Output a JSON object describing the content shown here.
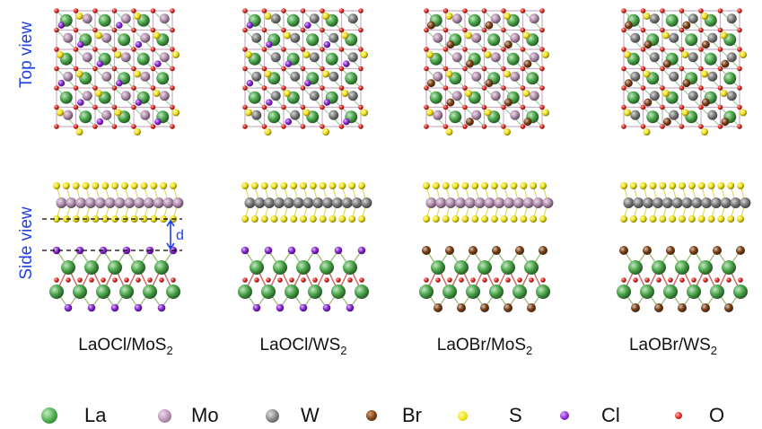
{
  "row_labels": {
    "top": "Top view",
    "side": "Side view"
  },
  "distance_label": "d",
  "structures": [
    {
      "name": "LaOCl/MoS",
      "subscript": "2",
      "halogen": "Cl",
      "metal": "Mo"
    },
    {
      "name": "LaOCl/WS",
      "subscript": "2",
      "halogen": "Cl",
      "metal": "W"
    },
    {
      "name": "LaOBr/MoS",
      "subscript": "2",
      "halogen": "Br",
      "metal": "Mo"
    },
    {
      "name": "LaOBr/WS",
      "subscript": "2",
      "halogen": "Br",
      "metal": "W"
    }
  ],
  "legend": [
    {
      "element": "La",
      "color": "#4aa84a"
    },
    {
      "element": "Mo",
      "color": "#b58fb0"
    },
    {
      "element": "W",
      "color": "#7d7d7d"
    },
    {
      "element": "Br",
      "color": "#7a3f14"
    },
    {
      "element": "S",
      "color": "#f2e318"
    },
    {
      "element": "Cl",
      "color": "#8a25d6"
    },
    {
      "element": "O",
      "color": "#e0261d"
    }
  ]
}
